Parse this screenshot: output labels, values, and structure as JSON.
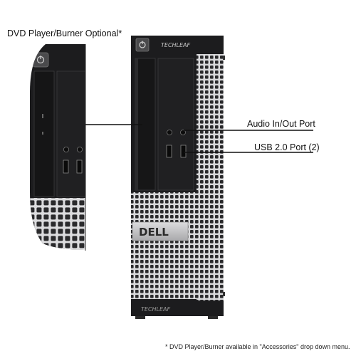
{
  "callouts": {
    "dvd": "DVD Player/Burner Optional*",
    "audio": "Audio In/Out Port",
    "usb": "USB 2.0 Port (2)"
  },
  "brand": {
    "top_logo": "TECHLEAF",
    "bottom_logo": "TECHLEAF",
    "badge": "DELL"
  },
  "footnote": "*  DVD Player/Burner available in \"Accessories\" drop down menu.",
  "colors": {
    "chassis_black": "#1c1c1e",
    "mesh_silver": "#d7d7d9",
    "badge_silver": "#c8c8ca",
    "line": "#111111"
  }
}
